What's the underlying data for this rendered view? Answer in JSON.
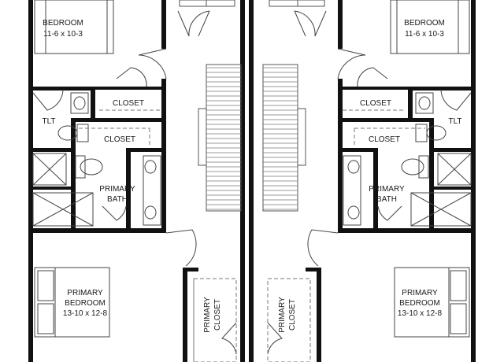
{
  "left_unit": {
    "bedroom_name": "BEDROOM",
    "bedroom_dims": "11-6 x 10-3",
    "closet_upper": "CLOSET",
    "closet_lower": "CLOSET",
    "toilet": "TLT",
    "primary_bath_line1": "PRIMARY",
    "primary_bath_line2": "BATH",
    "primary_bedroom_line1": "PRIMARY",
    "primary_bedroom_line2": "BEDROOM",
    "primary_bedroom_dims": "13-10 x 12-8",
    "primary_closet_line1": "PRIMARY",
    "primary_closet_line2": "CLOSET"
  },
  "right_unit": {
    "bedroom_name": "BEDROOM",
    "bedroom_dims": "11-6 x 10-3",
    "closet_upper": "CLOSET",
    "closet_lower": "CLOSET",
    "toilet": "TLT",
    "primary_bath_line1": "PRIMARY",
    "primary_bath_line2": "BATH",
    "primary_bedroom_line1": "PRIMARY",
    "primary_bedroom_line2": "BEDROOM",
    "primary_bedroom_dims": "13-10 x 12-8",
    "primary_closet_line1": "PRIMARY",
    "primary_closet_line2": "CLOSET"
  }
}
